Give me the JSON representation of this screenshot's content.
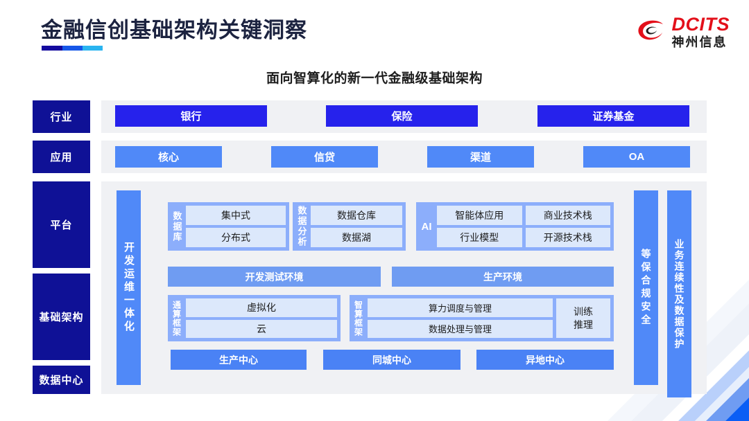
{
  "header": {
    "title": "金融信创基础架构关键洞察",
    "logo": {
      "mark": "swoosh-icon",
      "en": "DCITS",
      "cn": "神州信息"
    }
  },
  "subtitle": "面向智算化的新一代金融级基础架构",
  "row_labels": [
    {
      "name": "industry",
      "text": "行业"
    },
    {
      "name": "application",
      "text": "应用"
    },
    {
      "name": "platform",
      "text": "平台"
    },
    {
      "name": "infrastructure",
      "text": "基础架构"
    },
    {
      "name": "datacenter",
      "text": "数据中心"
    }
  ],
  "industry": {
    "items": [
      "银行",
      "保险",
      "证券基金"
    ]
  },
  "application": {
    "items": [
      "核心",
      "信贷",
      "渠道",
      "OA"
    ]
  },
  "devops": {
    "label": "开发运维一体化"
  },
  "database": {
    "title": "数据库",
    "cells": [
      "集中式",
      "分布式"
    ]
  },
  "data_analysis": {
    "title": "数据分析",
    "cells": [
      "数据仓库",
      "数据湖"
    ]
  },
  "ai": {
    "title": "AI",
    "cells": [
      "智能体应用",
      "商业技术栈",
      "行业模型",
      "开源技术栈"
    ]
  },
  "environments": {
    "items": [
      "开发测试环境",
      "生产环境"
    ]
  },
  "general_compute": {
    "title": "通算框架",
    "cells": [
      "虚拟化",
      "云"
    ]
  },
  "intelligent_compute": {
    "title": "智算框架",
    "cells": [
      "算力调度与管理",
      "数据处理与管理"
    ],
    "side": "训练\n推理"
  },
  "datacenters": {
    "items": [
      "生产中心",
      "同城中心",
      "异地中心"
    ]
  },
  "right_bars": [
    {
      "name": "compliance-security",
      "text": "等保合规安全"
    },
    {
      "name": "business-continuity",
      "text": "业务连续性及数据保护"
    }
  ],
  "colors": {
    "navy": "#0f1196",
    "deep_blue": "#2622ec",
    "app_blue": "#5089f8",
    "group_blue": "#8caefb",
    "cell_blue": "#dce8fb",
    "panel_gray": "#f0f1f4",
    "logo_red": "#e3101a"
  }
}
